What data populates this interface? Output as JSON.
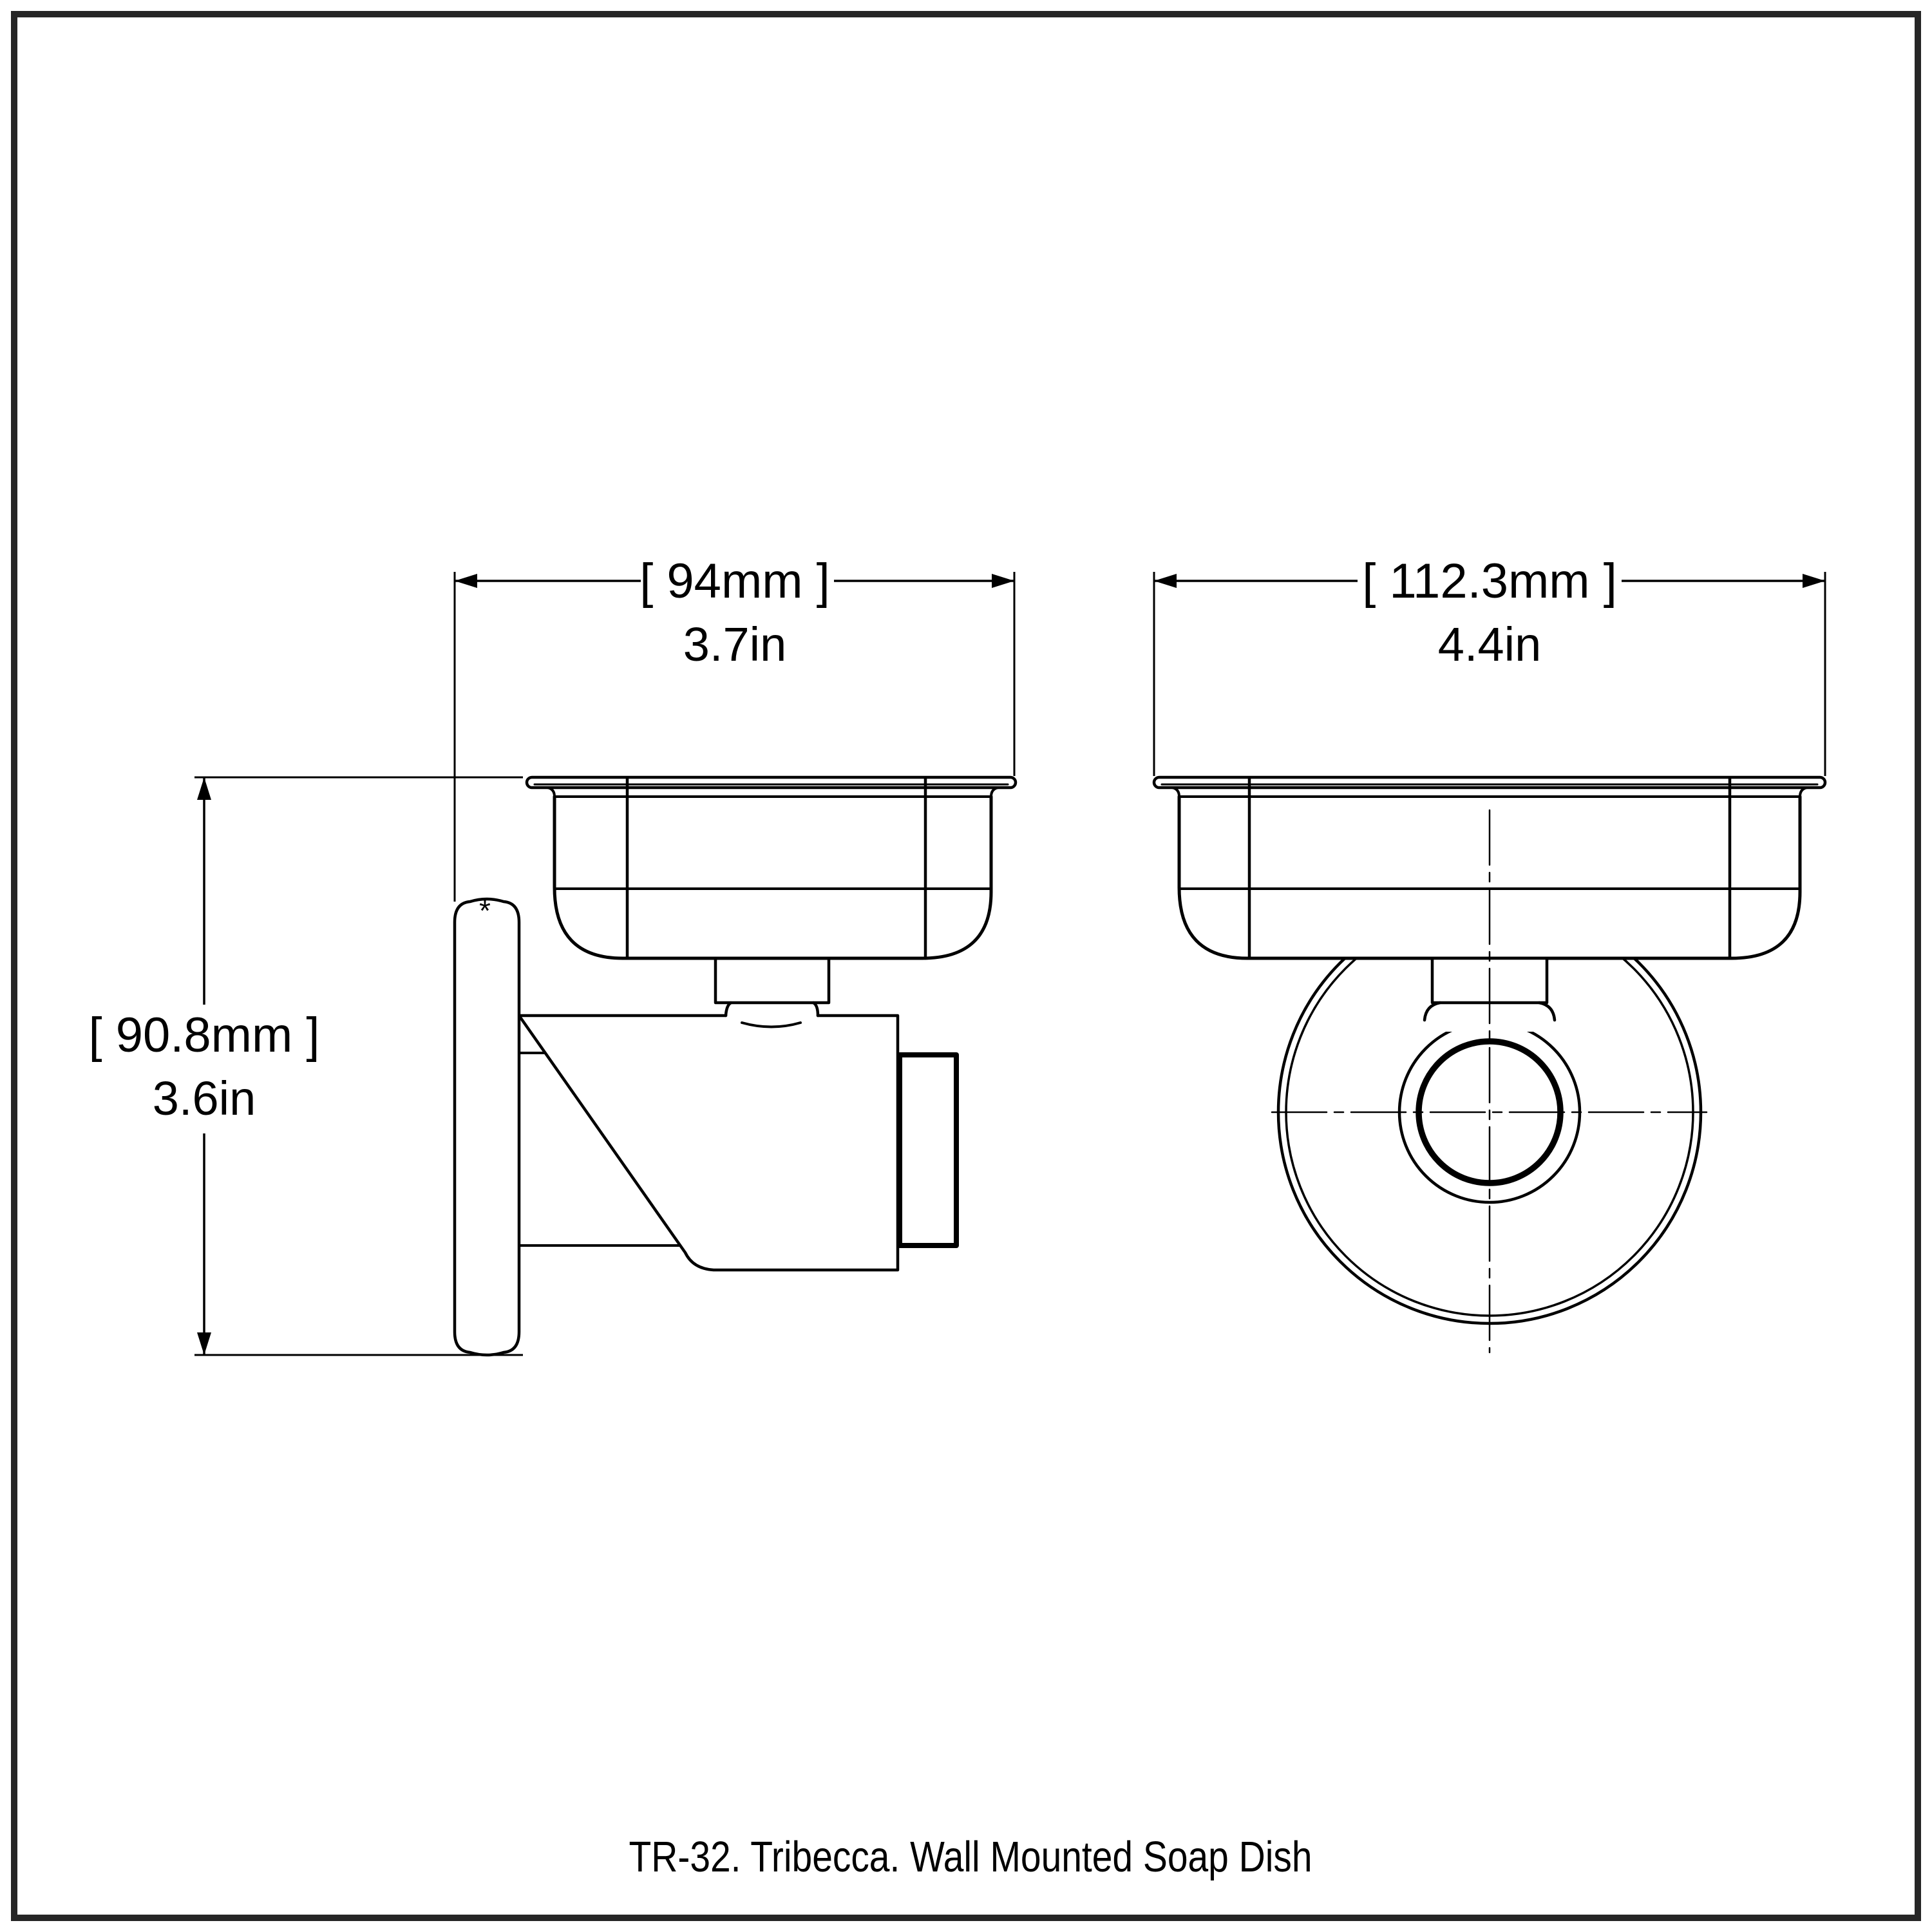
{
  "page": {
    "background": "#ffffff",
    "border_color": "#262626",
    "line_color": "#000000"
  },
  "caption": "TR-32. Tribecca. Wall Mounted Soap Dish",
  "annotations": {
    "footnote_marker": "*"
  },
  "dimensions": {
    "depth": {
      "metric": "[ 94mm ]",
      "imperial": "3.7in"
    },
    "width": {
      "metric": "[ 112.3mm ]",
      "imperial": "4.4in"
    },
    "height": {
      "metric": "[ 90.8mm ]",
      "imperial": "3.6in"
    }
  },
  "views": {
    "side": {
      "name": "side-profile-view"
    },
    "front": {
      "name": "front-view"
    }
  }
}
